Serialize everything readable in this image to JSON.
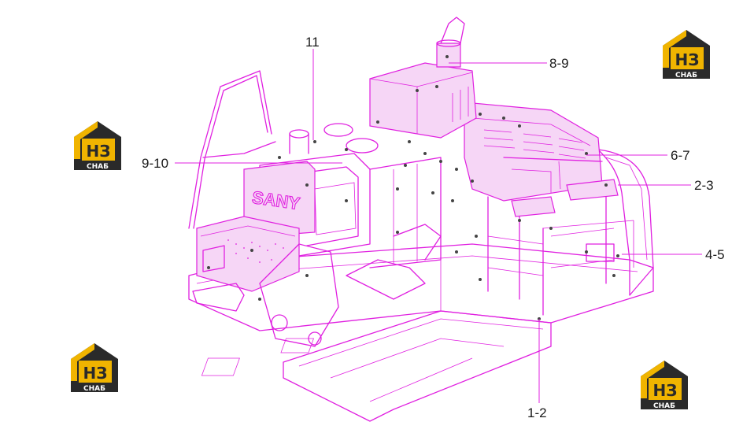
{
  "colors": {
    "line_art": "#e020e0",
    "callout_text": "#1a1a1a",
    "logo_yellow": "#f0b400",
    "logo_dark": "#2a2a2a"
  },
  "machine_brand": "SANY",
  "watermark_logo": {
    "letters": "НЗ",
    "caption": "СНАБ"
  },
  "callouts": [
    {
      "id": "c-8-9",
      "label": "8-9"
    },
    {
      "id": "c-11",
      "label": "11"
    },
    {
      "id": "c-6-7",
      "label": "6-7"
    },
    {
      "id": "c-9-10",
      "label": "9-10"
    },
    {
      "id": "c-2-3",
      "label": "2-3"
    },
    {
      "id": "c-4-5",
      "label": "4-5"
    },
    {
      "id": "c-1-2",
      "label": "1-2"
    }
  ]
}
